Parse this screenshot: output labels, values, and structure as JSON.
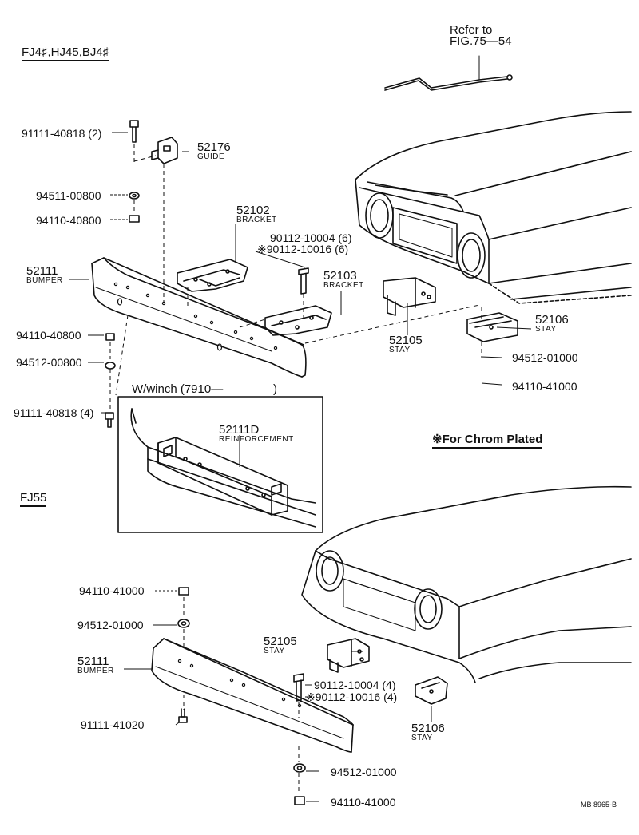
{
  "header": {
    "models_a": "FJ4♯,HJ45,BJ4♯",
    "models_b": "FJ55",
    "refer_line1": "Refer to",
    "refer_line2": "FIG.75—54",
    "winch": "W/winch (7910—",
    "winch_close": ")",
    "chrom_note": "※For Chrom Plated",
    "catalog_code": "MB 8965-B"
  },
  "upper_parts": [
    {
      "number": "91111-40818 (2)"
    },
    {
      "number": "52176",
      "name": "GUIDE"
    },
    {
      "number": "94511-00800"
    },
    {
      "number": "94110-40800"
    },
    {
      "number": "52102",
      "name": "BRACKET"
    },
    {
      "number": "90112-10004 (6)"
    },
    {
      "number": "※90112-10016 (6)"
    },
    {
      "number": "52111",
      "name": "BUMPER"
    },
    {
      "number": "52103",
      "name": "BRACKET"
    },
    {
      "number": "52105",
      "name": "STAY"
    },
    {
      "number": "52106",
      "name": "STAY"
    },
    {
      "number": "94110-40800"
    },
    {
      "number": "94512-00800"
    },
    {
      "number": "94512-01000"
    },
    {
      "number": "94110-41000"
    },
    {
      "number": "91111-40818 (4)"
    },
    {
      "number": "52111D",
      "name": "REINFORCEMENT"
    }
  ],
  "lower_parts": [
    {
      "number": "94110-41000"
    },
    {
      "number": "94512-01000"
    },
    {
      "number": "52105",
      "name": "STAY"
    },
    {
      "number": "52111",
      "name": "BUMPER"
    },
    {
      "number": "90112-10004 (4)"
    },
    {
      "number": "※90112-10016 (4)"
    },
    {
      "number": "91111-41020"
    },
    {
      "number": "52106",
      "name": "STAY"
    },
    {
      "number": "94512-01000"
    },
    {
      "number": "94110-41000"
    }
  ]
}
